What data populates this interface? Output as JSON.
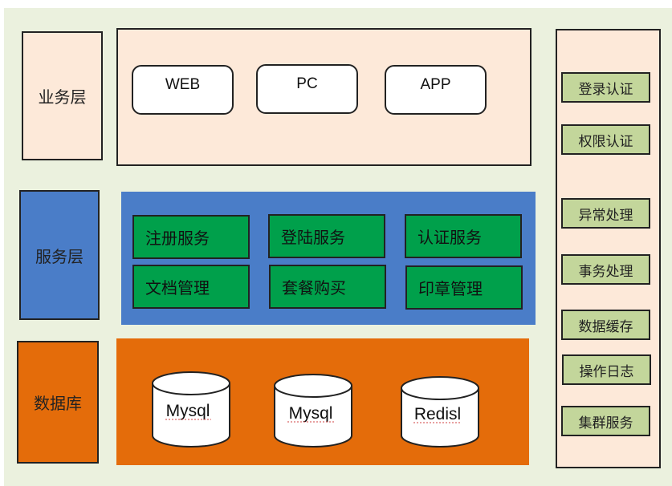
{
  "layers": {
    "business": "业务层",
    "service": "服务层",
    "database": "数据库"
  },
  "clients": [
    "WEB",
    "PC",
    "APP"
  ],
  "services": [
    "注册服务",
    "登陆服务",
    "认证服务",
    "文档管理",
    "套餐购买",
    "印章管理"
  ],
  "databases": [
    "Mysql",
    "Mysql",
    "Redisl"
  ],
  "side_items": [
    "登录认证",
    "权限认证",
    "异常处理",
    "事务处理",
    "数据缓存",
    "操作日志",
    "集群服务"
  ],
  "colors": {
    "background": "#ebf1de",
    "business": "#fde9d9",
    "service": "#4a7dc8",
    "service_item": "#00a04b",
    "database": "#e46c0a",
    "side_item": "#c3d69b"
  }
}
